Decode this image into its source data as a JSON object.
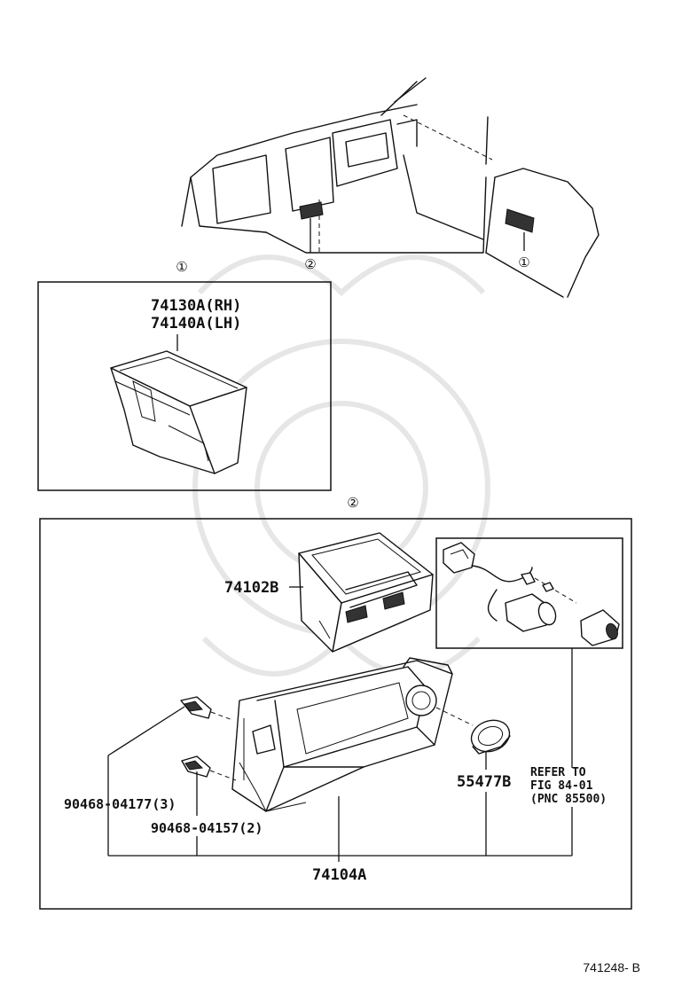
{
  "figure": {
    "figure_id": "741248- B"
  },
  "callouts": {
    "one": "①",
    "two": "②"
  },
  "parts": {
    "box_rh": "74130A(RH)",
    "box_lh": "74140A(LH)",
    "console_upper": "74102B",
    "screw_3": "90468-04177(3)",
    "screw_2": "90468-04157(2)",
    "console_box": "74104A",
    "ring": "55477B"
  },
  "reference": {
    "line1": "REFER TO",
    "line2": "FIG 84-01",
    "line3": "(PNC 85500)"
  }
}
